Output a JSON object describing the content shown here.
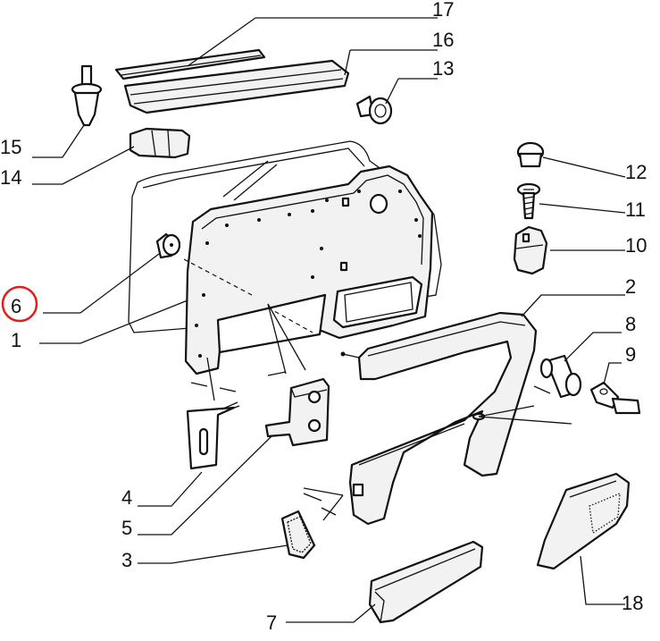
{
  "labels": {
    "n1": "1",
    "n2": "2",
    "n3": "3",
    "n4": "4",
    "n5": "5",
    "n6": "6",
    "n7": "7",
    "n8": "8",
    "n9": "9",
    "n10": "10",
    "n11": "11",
    "n12": "12",
    "n13": "13",
    "n14": "14",
    "n15": "15",
    "n16": "16",
    "n17": "17",
    "n18": "18"
  },
  "highlight": {
    "part": "6",
    "color": "#e02020"
  }
}
